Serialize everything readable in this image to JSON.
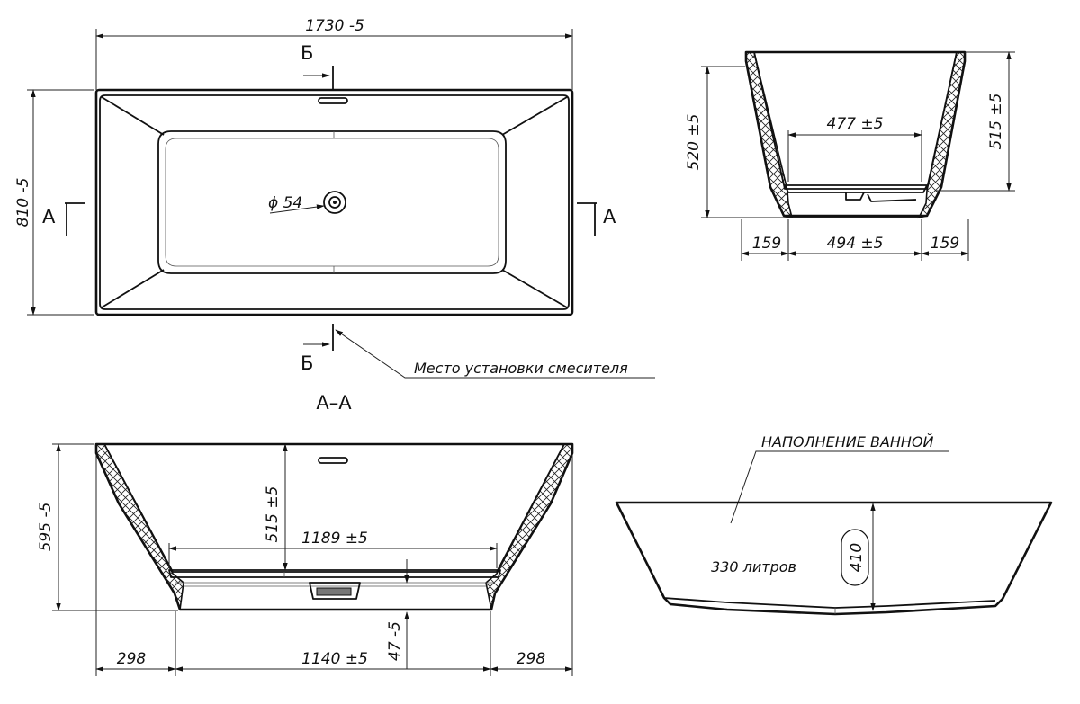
{
  "top_view": {
    "length_dim": "1730 -5",
    "width_dim": "810 -5",
    "drain_dim": "ϕ 54",
    "section_a_left": "A",
    "section_a_right": "A",
    "section_b_top": "Б",
    "section_b_bottom": "Б",
    "mixer_note": "Место установки смесителя"
  },
  "end_section": {
    "height_left_dim": "520 ±5",
    "height_right_dim": "515 ±5",
    "inner_bottom_dim": "477 ±5",
    "base_dim": "494 ±5",
    "left_offset_dim": "159",
    "right_offset_dim": "159"
  },
  "section_aa": {
    "title": "A–A",
    "height_dim": "595 -5",
    "depth_dim": "515 ±5",
    "inner_length_dim": "1189 ±5",
    "base_dim": "1140 ±5",
    "left_offset_dim": "298",
    "right_offset_dim": "298",
    "foot_dim": "47 -5"
  },
  "filling": {
    "title": "НАПОЛНЕНИЕ ВАННОЙ",
    "volume": "330 литров",
    "level_dim": "410"
  }
}
